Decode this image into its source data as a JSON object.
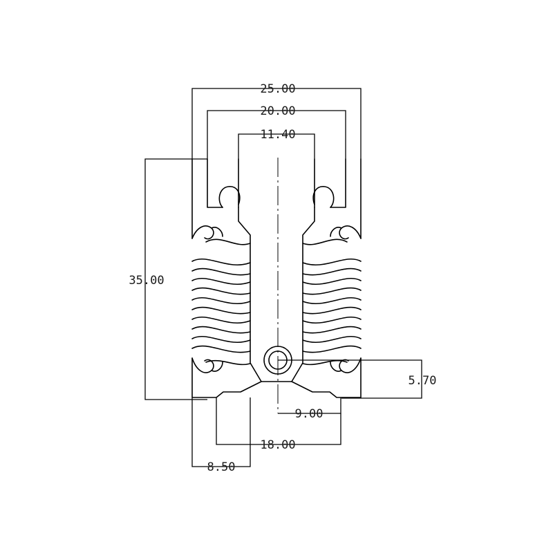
{
  "drawing": {
    "dimensions": {
      "overall_width": "25.00",
      "inner_width": "20.00",
      "center_gap": "11.40",
      "height": "35.00",
      "hole_offset": "5.70",
      "half_base": "9.00",
      "base_width": "18.00",
      "fin_offset": "8.50"
    }
  }
}
